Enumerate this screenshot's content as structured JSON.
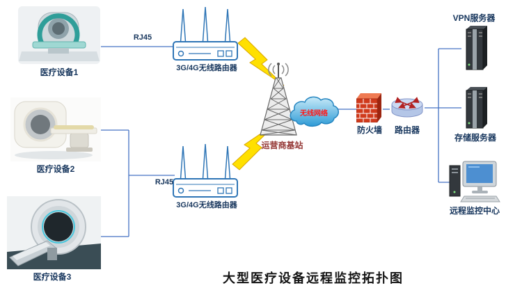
{
  "title": "大型医疗设备远程监控拓扑图",
  "labels": {
    "device1": "医疗设备1",
    "device2": "医疗设备2",
    "device3": "医疗设备3",
    "router1": "3G/4G无线路由器",
    "router2": "3G/4G无线路由器",
    "rj45_top": "RJ45",
    "rj45_bottom": "RJ45",
    "base_station": "运营商基站",
    "cloud": "无线网络",
    "firewall": "防火墙",
    "core_router": "路由器",
    "vpn_server": "VPN服务器",
    "storage_server": "存储服务器",
    "monitor_center": "远程监控中心"
  },
  "colors": {
    "label_text": "#17365d",
    "station_label": "#943634",
    "cloud_text": "#ff1a1a",
    "connection_line": "#4472c4",
    "lightning": "#ffe000",
    "firewall_brick": "#d03a1c",
    "title_text": "#141414"
  }
}
